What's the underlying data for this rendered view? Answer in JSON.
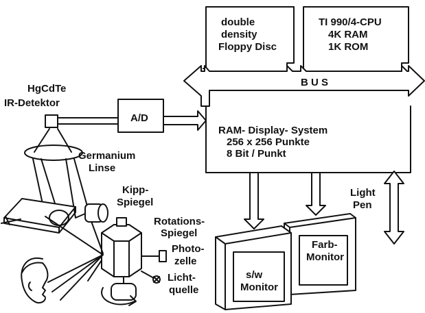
{
  "diagram": {
    "floppy": [
      "double",
      "density",
      "Floppy Disc"
    ],
    "cpu": [
      "TI 990/4-CPU",
      "4K RAM",
      "1K ROM"
    ],
    "bus": "B U S",
    "detector": [
      "HgCdTe",
      "IR-Detektor"
    ],
    "ad": "A/D",
    "ram_display": [
      "RAM- Display- System",
      "256 x 256  Punkte",
      "8 Bit / Punkt"
    ],
    "lens": [
      "Germanium",
      "Linse"
    ],
    "tilt_mirror": [
      "Kipp-",
      "Spiegel"
    ],
    "rotation_mirror": [
      "Rotations-",
      "Spiegel"
    ],
    "photocell": [
      "Photo-",
      "zelle"
    ],
    "light_source": [
      "Licht-",
      "quelle"
    ],
    "light_pen": [
      "Light",
      "Pen"
    ],
    "bw_monitor": [
      "s/w",
      "Monitor"
    ],
    "color_monitor": [
      "Farb-",
      "Monitor"
    ]
  }
}
